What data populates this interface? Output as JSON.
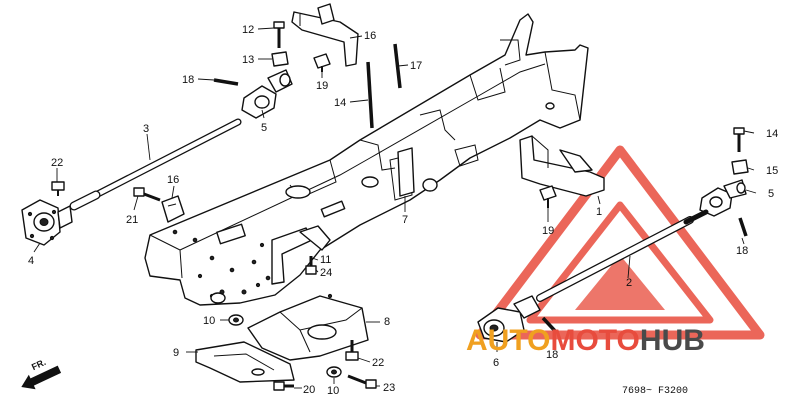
{
  "diagram": {
    "callouts": [
      {
        "id": "c1",
        "label": "1"
      },
      {
        "id": "c2",
        "label": "2"
      },
      {
        "id": "c3",
        "label": "3"
      },
      {
        "id": "c4",
        "label": "4"
      },
      {
        "id": "c5a",
        "label": "5"
      },
      {
        "id": "c5b",
        "label": "5"
      },
      {
        "id": "c6",
        "label": "6"
      },
      {
        "id": "c7",
        "label": "7"
      },
      {
        "id": "c8",
        "label": "8"
      },
      {
        "id": "c9",
        "label": "9"
      },
      {
        "id": "c10a",
        "label": "10"
      },
      {
        "id": "c10b",
        "label": "10"
      },
      {
        "id": "c11",
        "label": "11"
      },
      {
        "id": "c12",
        "label": "12"
      },
      {
        "id": "c13",
        "label": "13"
      },
      {
        "id": "c14a",
        "label": "14"
      },
      {
        "id": "c14b",
        "label": "14"
      },
      {
        "id": "c15",
        "label": "15"
      },
      {
        "id": "c16a",
        "label": "16"
      },
      {
        "id": "c16b",
        "label": "16"
      },
      {
        "id": "c17",
        "label": "17"
      },
      {
        "id": "c18a",
        "label": "18"
      },
      {
        "id": "c18b",
        "label": "18"
      },
      {
        "id": "c18c",
        "label": "18"
      },
      {
        "id": "c19a",
        "label": "19"
      },
      {
        "id": "c19b",
        "label": "19"
      },
      {
        "id": "c20",
        "label": "20"
      },
      {
        "id": "c21",
        "label": "21"
      },
      {
        "id": "c22a",
        "label": "22"
      },
      {
        "id": "c22b",
        "label": "22"
      },
      {
        "id": "c23",
        "label": "23"
      },
      {
        "id": "c24",
        "label": "24"
      }
    ],
    "front_marker": "FR.",
    "diagram_code": "7698~ F3200",
    "watermark": {
      "part1": "AUTO",
      "part2": "MOTO",
      "part3": "HUB",
      "color_triangle": "#e84c3d",
      "color_auto": "#f0a020",
      "color_hub": "#4a4a4a"
    }
  }
}
